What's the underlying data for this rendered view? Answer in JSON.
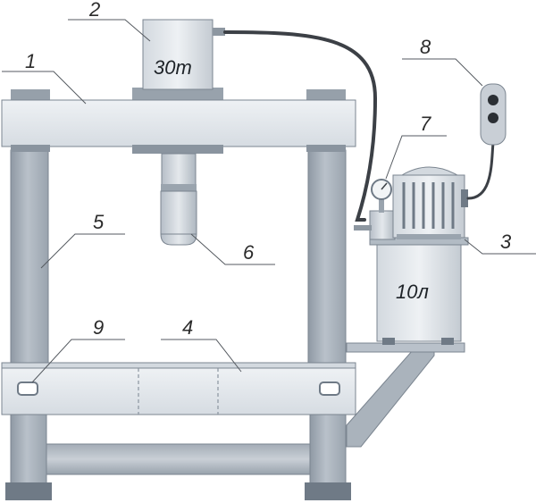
{
  "callouts": {
    "c1": "1",
    "c2": "2",
    "c3": "3",
    "c4": "4",
    "c5": "5",
    "c6": "6",
    "c7": "7",
    "c8": "8",
    "c9": "9"
  },
  "cylinder_capacity": "30т",
  "tank_volume": "10л",
  "colors": {
    "steel_light": "#e6eaee",
    "steel_mid": "#c2c9d1",
    "steel_dark": "#8e98a3",
    "foot_dark": "#6f7a86",
    "hose": "#3c4046"
  },
  "icons": {
    "gauge": "pressure-gauge-icon",
    "motor": "electric-motor-icon",
    "pendant": "control-pendant-icon"
  }
}
